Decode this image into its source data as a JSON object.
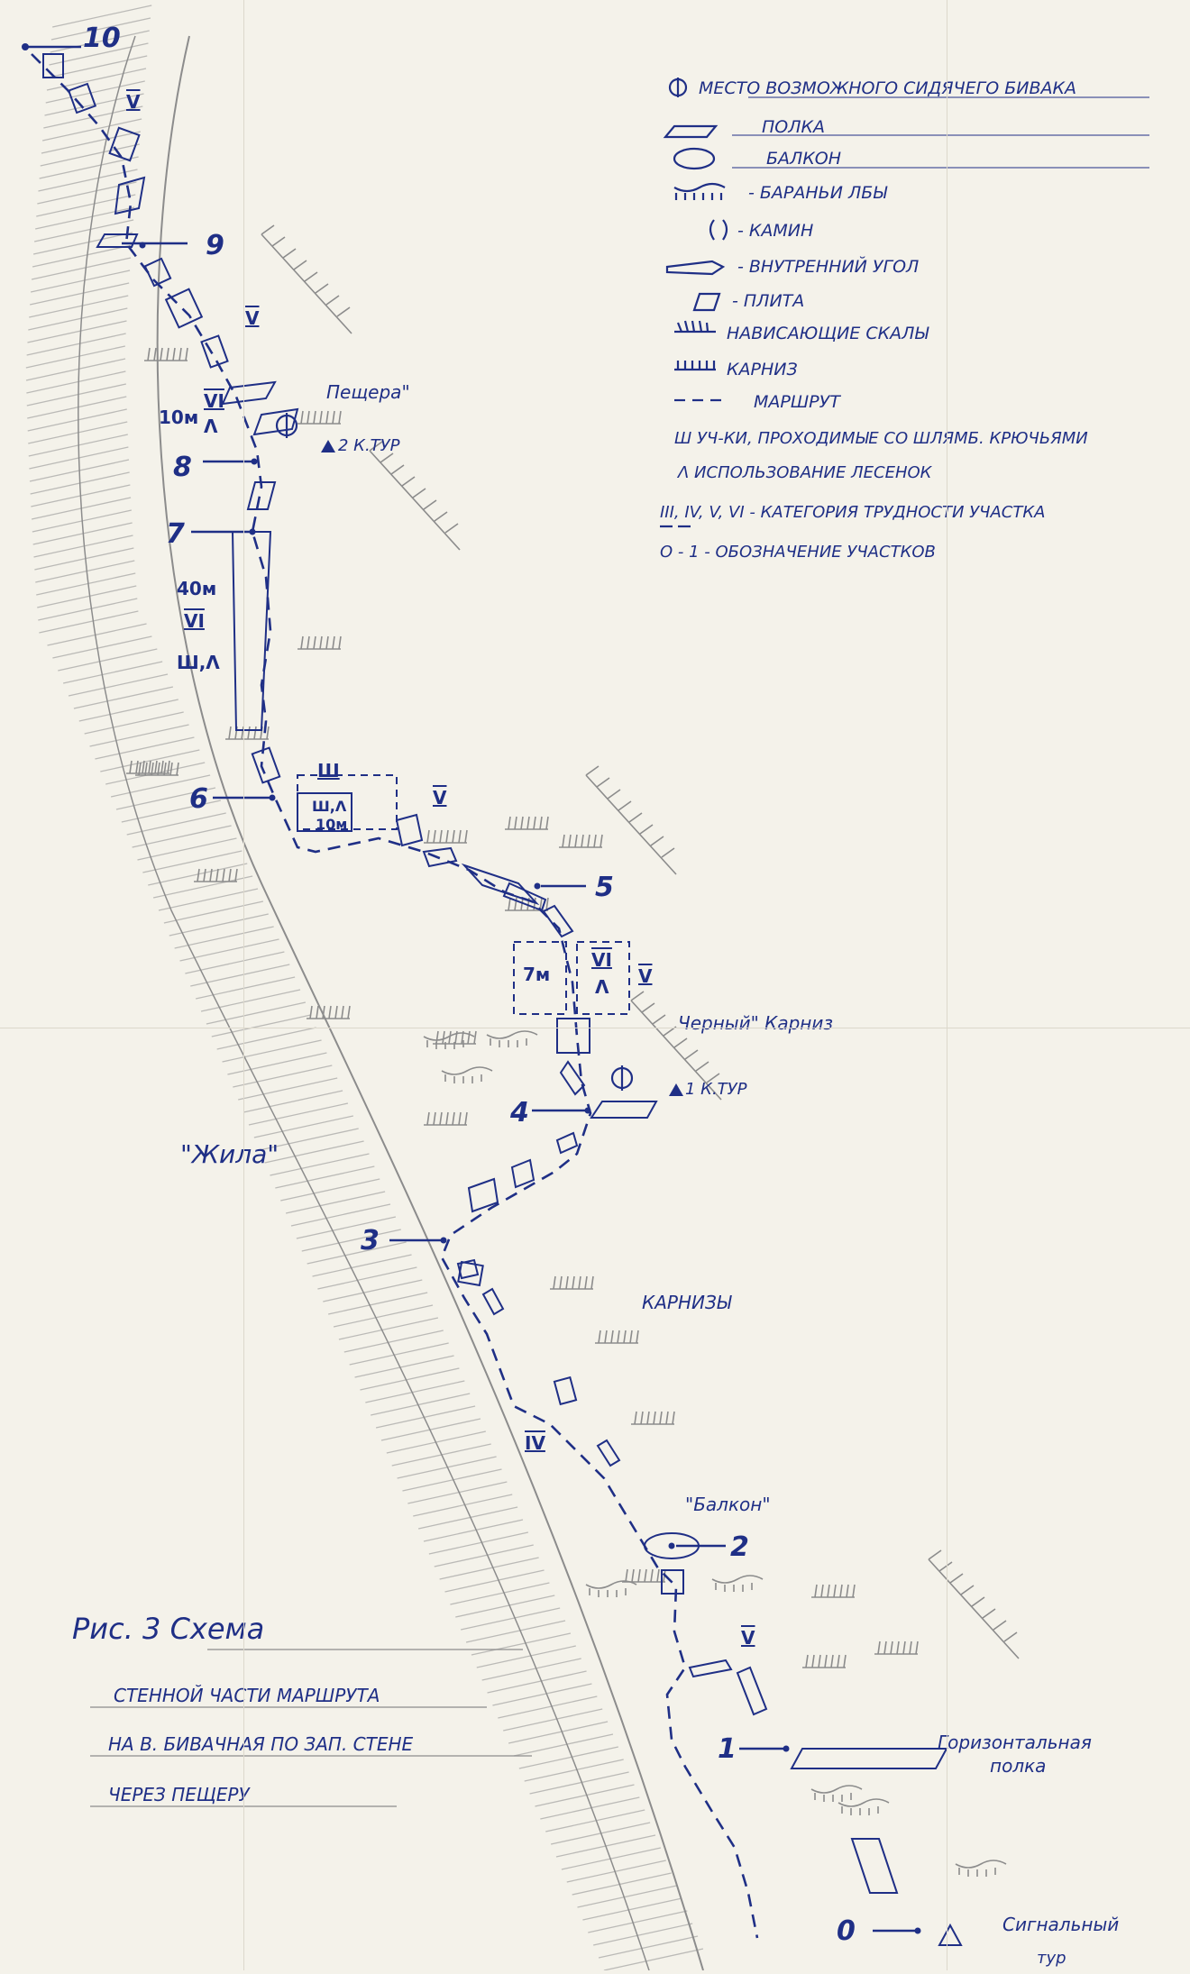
{
  "legend": {
    "items": [
      {
        "symbol": "bivouac",
        "text": "МЕСТО ВОЗМОЖНОГО СИДЯЧЕГО БИВАКА"
      },
      {
        "symbol": "shelf",
        "text": "ПОЛКА"
      },
      {
        "symbol": "balcony",
        "text": "БАЛКОН"
      },
      {
        "symbol": "rams",
        "text": "- БАРАНЬИ ЛБЫ"
      },
      {
        "symbol": "chimney",
        "text": "- КАМИН"
      },
      {
        "symbol": "corner",
        "text": "- ВНУТРЕННИЙ УГОЛ"
      },
      {
        "symbol": "slab",
        "text": "- ПЛИТА"
      },
      {
        "symbol": "overhang",
        "text": "НАВИСАЮЩИЕ СКАЛЫ"
      },
      {
        "symbol": "cornice",
        "text": "КАРНИЗ"
      },
      {
        "symbol": "route",
        "text": "МАРШРУТ"
      },
      {
        "symbol": "sh",
        "text": "Ш  УЧ-КИ, ПРОХОДИМЫЕ СО ШЛЯМБ. КРЮЧЬЯМИ"
      },
      {
        "symbol": "ladder",
        "text": "Λ  ИСПОЛЬЗОВАНИЕ ЛЕСЕНОК"
      },
      {
        "symbol": "grades",
        "text": "III, IV, V, VI - КАТЕГОРИЯ ТРУДНОСТИ УЧАСТКА"
      },
      {
        "symbol": "sections",
        "text": "О - 1 - ОБОЗНАЧЕНИЕ УЧАСТКОВ"
      }
    ]
  },
  "caption": {
    "line1": "Рис. 3  Схема",
    "line2": "СТЕННОЙ ЧАСТИ МАРШРУТА",
    "line3": "НА В. БИВАЧНАЯ ПО ЗАП. СТЕНЕ",
    "line4": "ЧЕРЕЗ ПЕЩЕРУ"
  },
  "points": [
    {
      "label": "0"
    },
    {
      "label": "1"
    },
    {
      "label": "2"
    },
    {
      "label": "3"
    },
    {
      "label": "4"
    },
    {
      "label": "5"
    },
    {
      "label": "6"
    },
    {
      "label": "7"
    },
    {
      "label": "8"
    },
    {
      "label": "9"
    },
    {
      "label": "10"
    }
  ],
  "annotations": {
    "cave": "Пещера\"",
    "cave_quote": "\"",
    "cairn2": "2 К.ТУР",
    "cairn1": "1 К.ТУР",
    "black_cornice": "Черный\" Карниз",
    "black_cornice_quote": "\"",
    "vein": "\"Жила\"",
    "cornices": "КАРНИЗЫ",
    "balcony": "\"Балкон\"",
    "horizontal_shelf_1": "Горизонтальная",
    "horizontal_shelf_2": "полка",
    "signal_cairn_1": "Сигнальный",
    "signal_cairn_2": "тур",
    "len_10m_a": "10м",
    "len_40m": "40м",
    "len_10m_b": "10м",
    "len_7m": "7м",
    "grade_V_1": "V",
    "grade_V_2": "V",
    "grade_VI_1": "VI",
    "grade_VI_2": "VI",
    "grade_VI_3": "VI",
    "grade_V_3": "V",
    "grade_V_4": "V",
    "grade_IV": "IV",
    "grade_V_5": "V",
    "grade_Sh": "Ш",
    "ladder_1": "Λ",
    "ladder_2": "Λ",
    "sh_l_1": "Ш,Λ",
    "sh_l_2": "Ш,Λ",
    "ladder_3": "Λ"
  },
  "colors": {
    "ink": "#1f2f86",
    "pencil": "#8c8c8c",
    "paper": "#f4f2ea"
  }
}
